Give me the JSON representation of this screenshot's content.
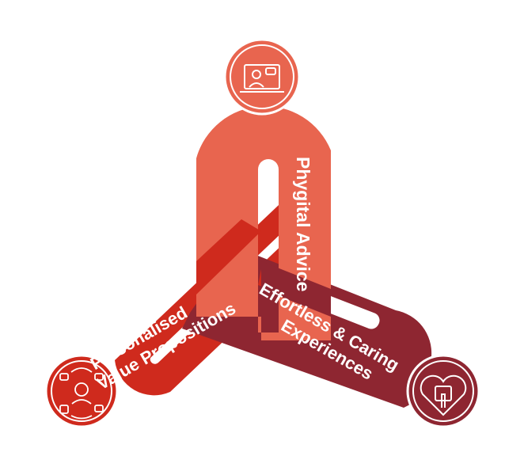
{
  "diagram": {
    "links": {
      "phygital": {
        "label": "Phygital Advice",
        "color": "#e8654f",
        "icon": "video-advisor-icon"
      },
      "personalised": {
        "line1": "Personalised",
        "line2": "Value Propositions",
        "color": "#cf2a1d",
        "icon": "customer-journey-icon"
      },
      "effortless": {
        "line1": "Effortless & Caring",
        "line2": "Experiences",
        "color": "#8e2631",
        "icon": "heart-touch-icon"
      }
    },
    "background": "#ffffff"
  }
}
